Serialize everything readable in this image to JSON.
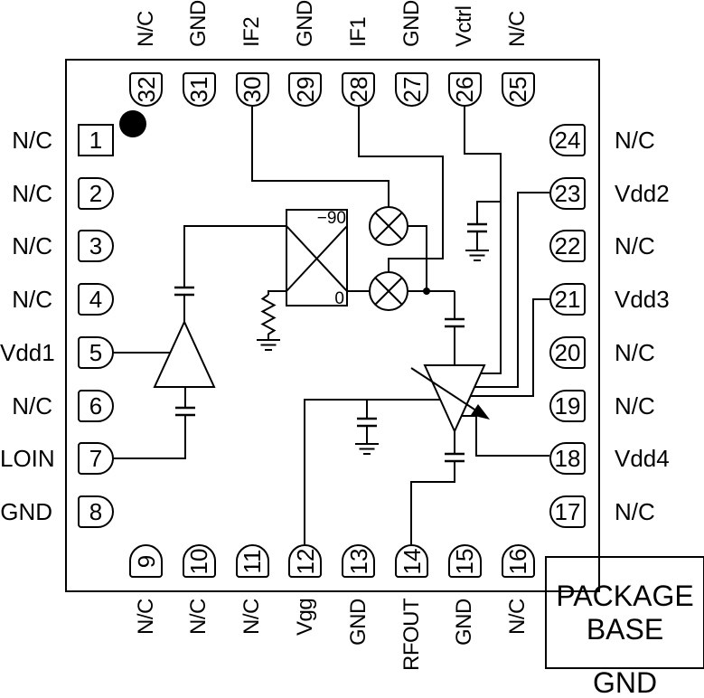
{
  "diagram": {
    "type": "ic-functional-block-diagram",
    "pin_count": 32
  },
  "colors": {
    "ink": "#000000",
    "background": "#ffffff"
  },
  "pins": {
    "top": [
      {
        "num": "32",
        "label": "N/C"
      },
      {
        "num": "31",
        "label": "GND"
      },
      {
        "num": "30",
        "label": "IF2"
      },
      {
        "num": "29",
        "label": "GND"
      },
      {
        "num": "28",
        "label": "IF1"
      },
      {
        "num": "27",
        "label": "GND"
      },
      {
        "num": "26",
        "label": "Vctrl"
      },
      {
        "num": "25",
        "label": "N/C"
      }
    ],
    "left": [
      {
        "num": "1",
        "label": "N/C"
      },
      {
        "num": "2",
        "label": "N/C"
      },
      {
        "num": "3",
        "label": "N/C"
      },
      {
        "num": "4",
        "label": "N/C"
      },
      {
        "num": "5",
        "label": "Vdd1"
      },
      {
        "num": "6",
        "label": "N/C"
      },
      {
        "num": "7",
        "label": "LOIN"
      },
      {
        "num": "8",
        "label": "GND"
      }
    ],
    "right": [
      {
        "num": "24",
        "label": "N/C"
      },
      {
        "num": "23",
        "label": "Vdd2"
      },
      {
        "num": "22",
        "label": "N/C"
      },
      {
        "num": "21",
        "label": "Vdd3"
      },
      {
        "num": "20",
        "label": "N/C"
      },
      {
        "num": "19",
        "label": "N/C"
      },
      {
        "num": "18",
        "label": "Vdd4"
      },
      {
        "num": "17",
        "label": "N/C"
      }
    ],
    "bottom": [
      {
        "num": "9",
        "label": "N/C"
      },
      {
        "num": "10",
        "label": "N/C"
      },
      {
        "num": "11",
        "label": "N/C"
      },
      {
        "num": "12",
        "label": "Vgg"
      },
      {
        "num": "13",
        "label": "GND"
      },
      {
        "num": "14",
        "label": "RFOUT"
      },
      {
        "num": "15",
        "label": "GND"
      },
      {
        "num": "16",
        "label": "N/C"
      }
    ]
  },
  "schematic": {
    "hybrid_port_top": "−90",
    "hybrid_port_bottom": "0"
  },
  "package_base": {
    "line1": "PACKAGE",
    "line2": "BASE",
    "ground": "GND"
  }
}
